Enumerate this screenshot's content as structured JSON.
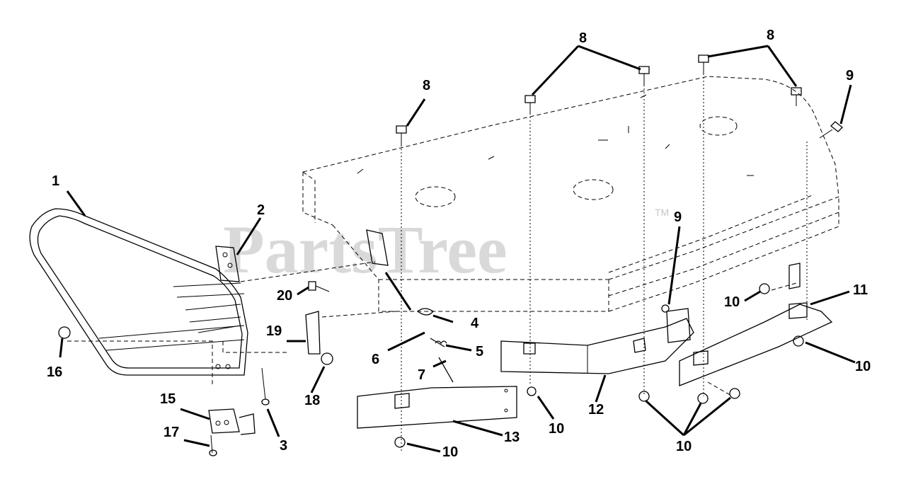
{
  "watermark": {
    "text": "PartsTree",
    "trademark": "TM"
  },
  "callouts": [
    "1",
    "2",
    "3",
    "4",
    "5",
    "6",
    "7",
    "8",
    "8",
    "8",
    "8",
    "9",
    "9",
    "10",
    "10",
    "10",
    "10",
    "10",
    "10",
    "11",
    "12",
    "13",
    "15",
    "16",
    "17",
    "18",
    "19",
    "20"
  ]
}
